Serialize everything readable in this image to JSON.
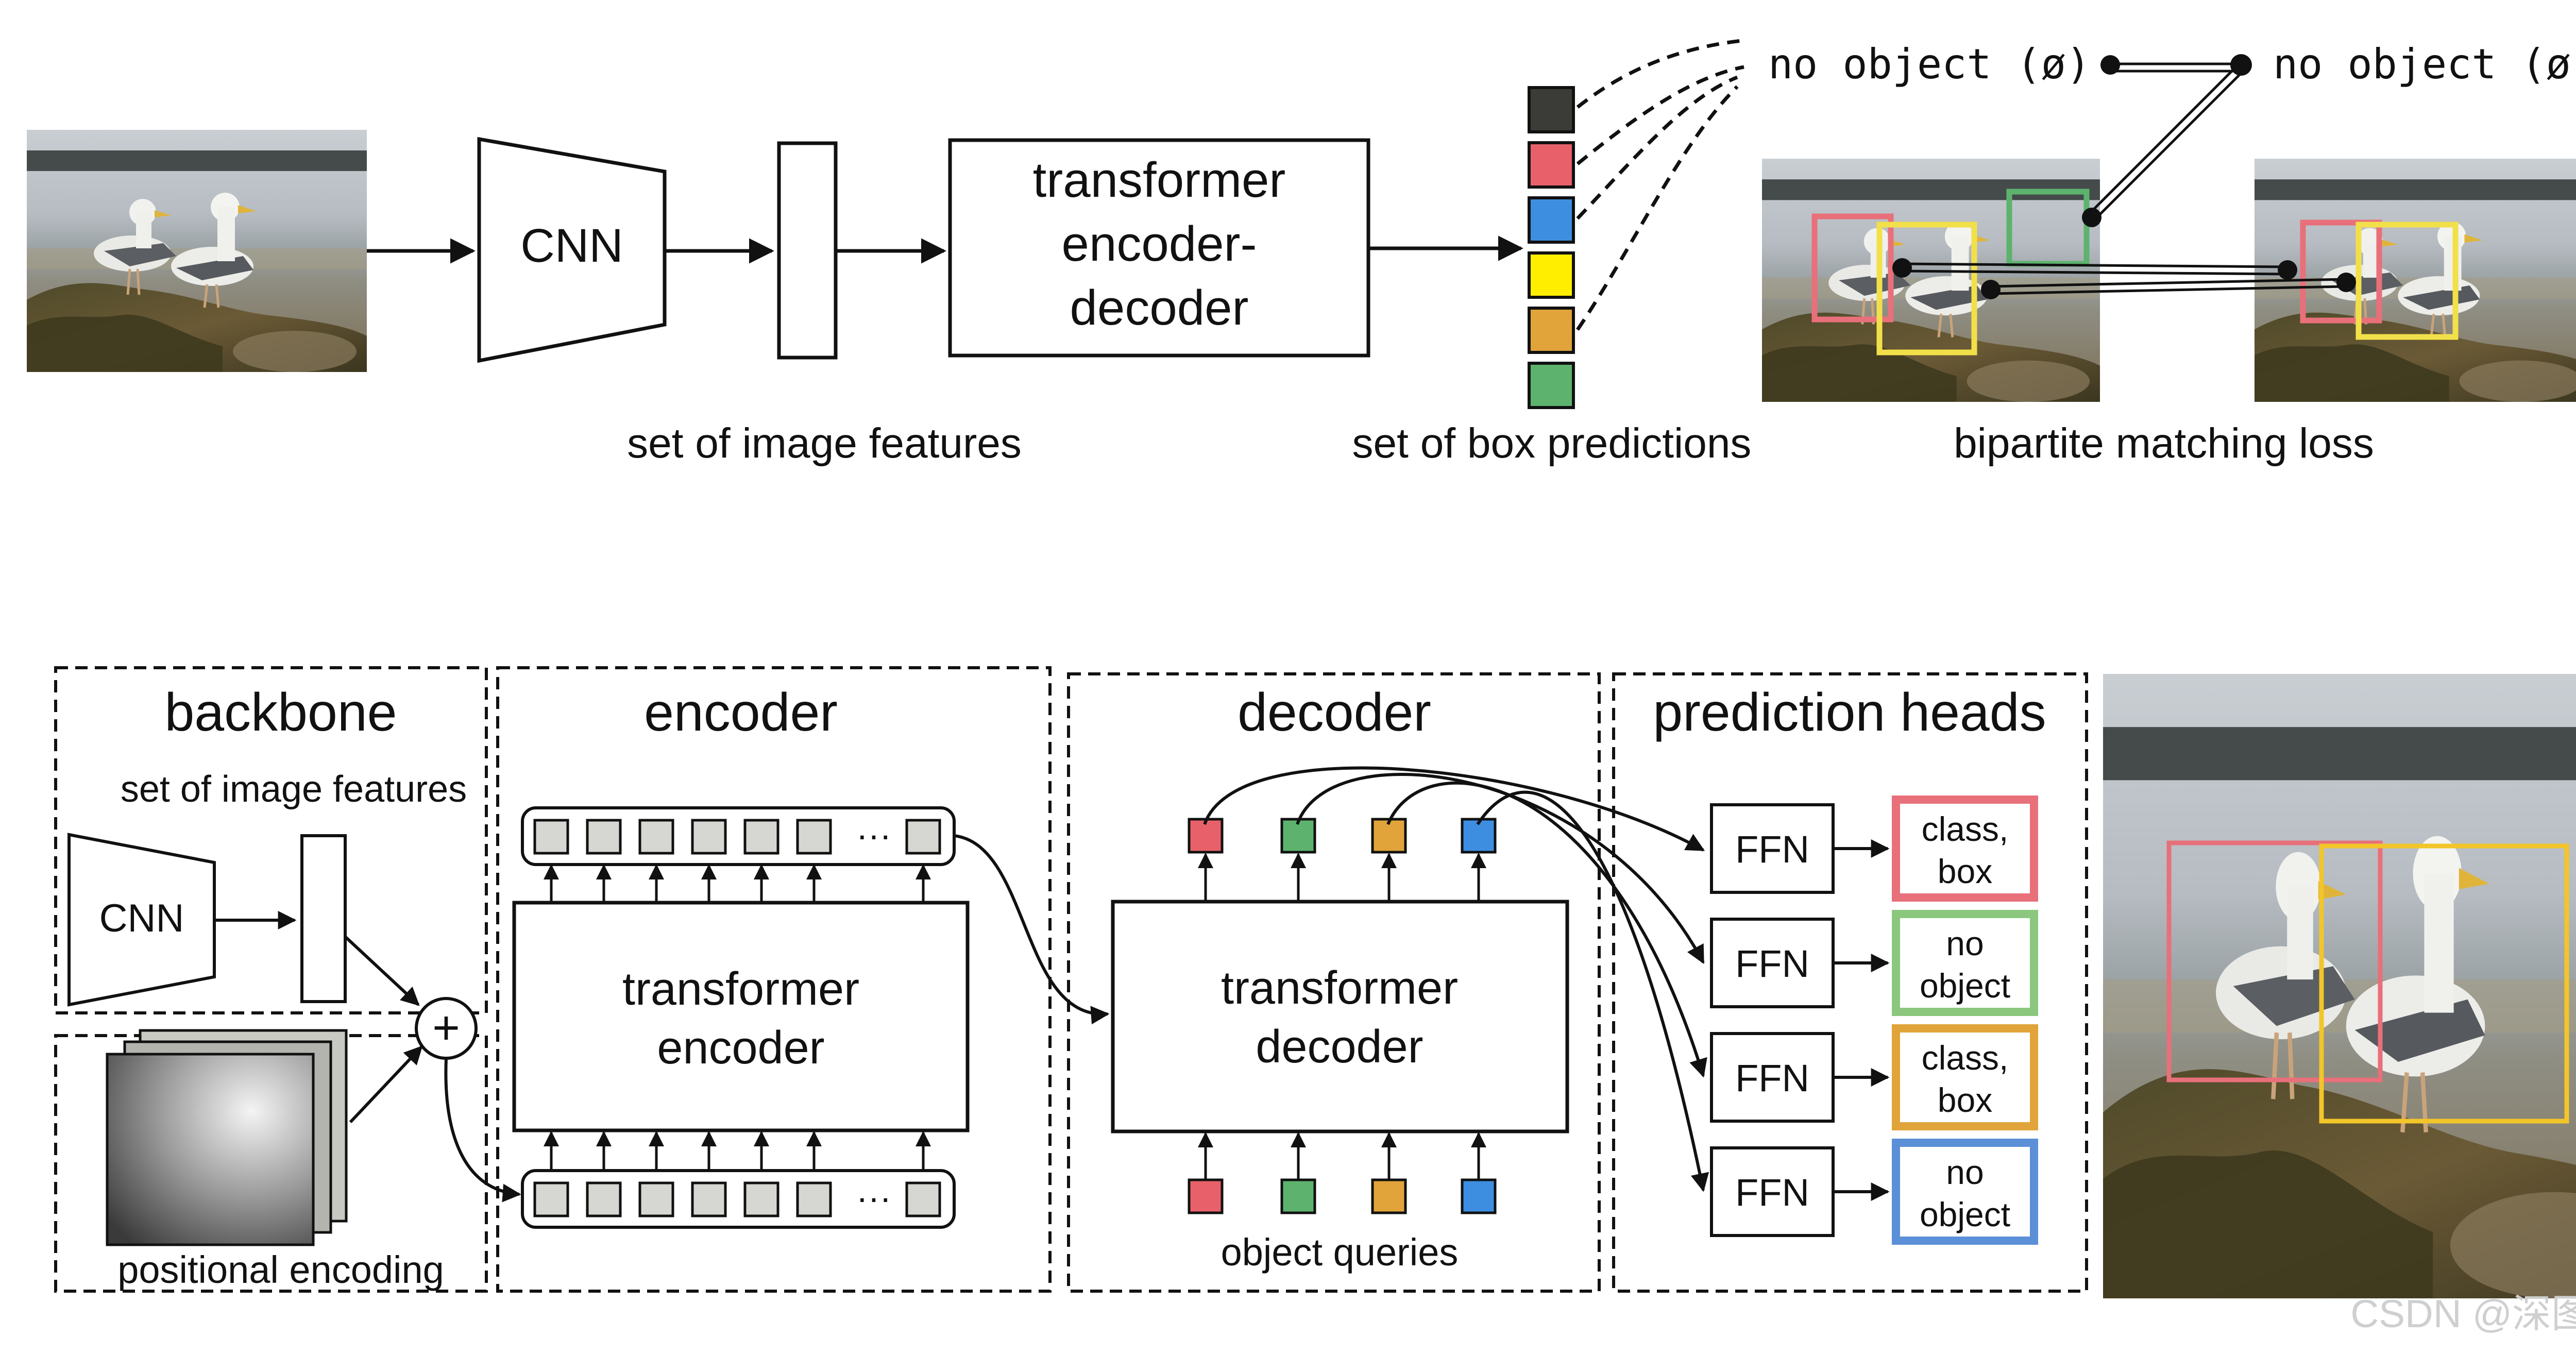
{
  "top": {
    "stage_labels": {
      "cnn": "CNN",
      "transformer": [
        "transformer",
        "encoder-",
        "decoder"
      ]
    },
    "captions": {
      "image_features": "set of image features",
      "box_predictions": "set of box predictions",
      "matching_loss": "bipartite matching loss"
    },
    "no_object_left": "no object (ø)",
    "no_object_right": "no object (ø)",
    "prediction_colors": [
      "#3b3b37",
      "#e8616a",
      "#3d8ee0",
      "#ffee00",
      "#e0a43a",
      "#5db36e"
    ]
  },
  "bottom": {
    "backbone": {
      "title": "backbone",
      "features_label": "set of image features",
      "cnn": "CNN",
      "pos_label": "positional encoding",
      "plus": "+"
    },
    "encoder": {
      "title": "encoder",
      "block": [
        "transformer",
        "encoder"
      ],
      "ellipsis": "···"
    },
    "decoder": {
      "title": "decoder",
      "block": [
        "transformer",
        "decoder"
      ],
      "queries_label": "object queries",
      "query_colors": [
        "#e8616a",
        "#5db36e",
        "#e0a43a",
        "#3d8ee0"
      ]
    },
    "heads": {
      "title": "prediction heads",
      "ffn": "FFN",
      "outputs": [
        {
          "lines": [
            "class,",
            "box"
          ],
          "color": "#e8707a"
        },
        {
          "lines": [
            "no",
            "object"
          ],
          "color": "#8bc87e"
        },
        {
          "lines": [
            "class,",
            "box"
          ],
          "color": "#e0a43a"
        },
        {
          "lines": [
            "no",
            "object"
          ],
          "color": "#5b8fd8"
        }
      ]
    }
  },
  "watermark": "CSDN @深图智能"
}
